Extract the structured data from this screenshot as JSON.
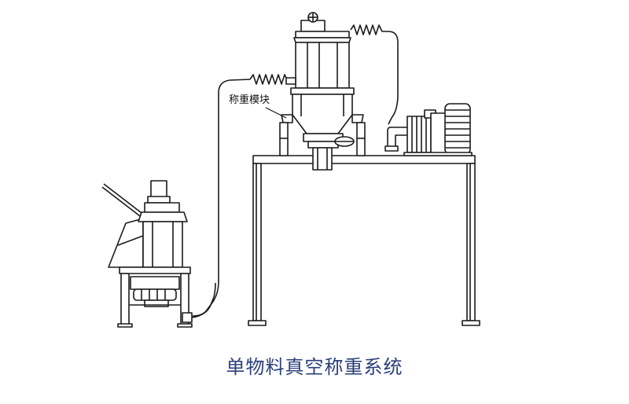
{
  "diagram": {
    "caption": "单物料真空称重系统",
    "callout_label": "称重模块",
    "colors": {
      "line": "#1a1a1a",
      "caption": "#2a3f7a",
      "background": "#ffffff"
    },
    "components": [
      "feed-station",
      "vacuum-receiver",
      "weighing-module",
      "vacuum-blower",
      "support-frame",
      "conveying-hose"
    ]
  }
}
